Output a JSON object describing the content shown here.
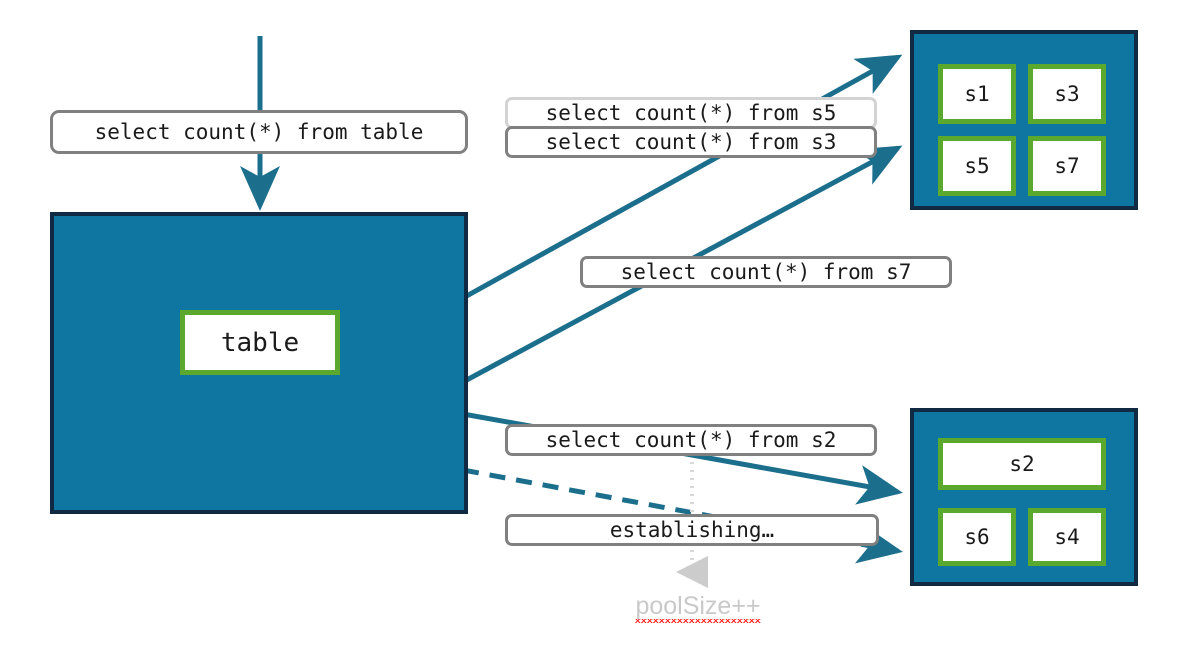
{
  "diagram": {
    "title": "connection pool query routing diagram",
    "colors": {
      "pool_fill": "#0E76A0",
      "pool_border": "#102A43",
      "node_border": "#5AA82E",
      "node_fill": "#FFFFFF",
      "edge": "#1B6E8C",
      "pill_border": "#808080",
      "pill_border_light": "#D3D3D3",
      "annotation_text": "#C9C9C9",
      "spellcheck_underline": "#FF2222"
    }
  },
  "main": {
    "incoming_query_label": "select count(*) from table",
    "table_node_label": "table"
  },
  "pool_top": {
    "sessions": [
      {
        "id": "s1",
        "label": "s1"
      },
      {
        "id": "s3",
        "label": "s3"
      },
      {
        "id": "s5",
        "label": "s5"
      },
      {
        "id": "s7",
        "label": "s7"
      }
    ]
  },
  "pool_bottom": {
    "sessions": [
      {
        "id": "s2",
        "label": "s2"
      },
      {
        "id": "s6",
        "label": "s6"
      },
      {
        "id": "s4",
        "label": "s4"
      }
    ]
  },
  "queries": [
    {
      "id": "s5",
      "label": "select count(*) from s5",
      "border": "light"
    },
    {
      "id": "s3",
      "label": "select count(*) from s3",
      "border": "dark"
    },
    {
      "id": "s7",
      "label": "select count(*) from s7",
      "border": "dark"
    },
    {
      "id": "s2",
      "label": "select count(*) from s2",
      "border": "dark"
    }
  ],
  "status": {
    "establishing_label": "establishing…",
    "poolsize_label": "poolSize++"
  }
}
